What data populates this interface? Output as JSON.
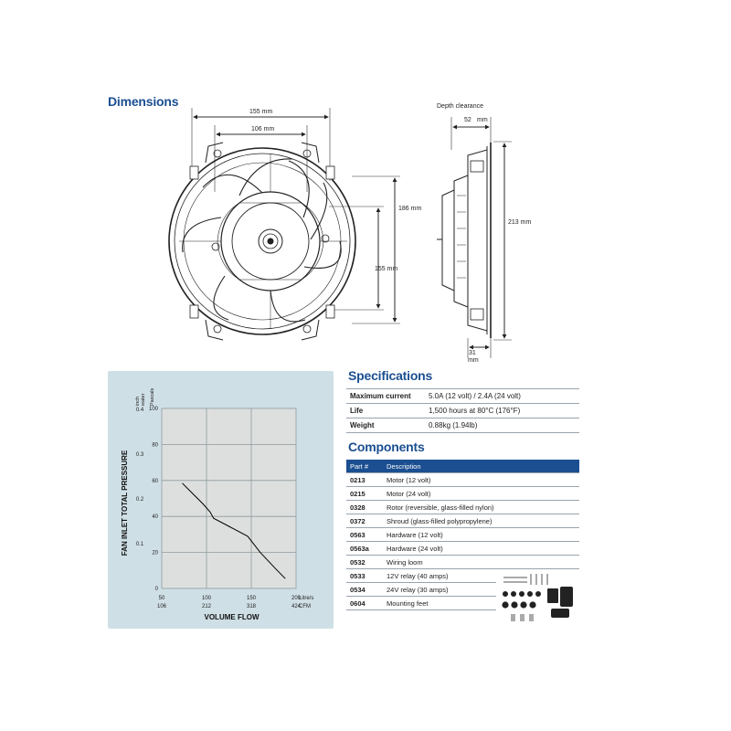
{
  "dimensions": {
    "heading": "Dimensions",
    "label_155_top": "155 mm",
    "label_106": "106 mm",
    "label_186": "186 mm",
    "label_155_right": "155 mm",
    "depth_clearance": "Depth clearance",
    "label_52": "52",
    "label_mm_52": "mm",
    "label_213": "213 mm",
    "label_31": "31",
    "label_mm_31": "mm"
  },
  "specifications": {
    "heading": "Specifications",
    "rows": [
      {
        "key": "Maximum current",
        "value": "5.0A (12 volt)   /   2.4A (24 volt)"
      },
      {
        "key": "Life",
        "value": "1,500 hours at 80°C (176°F)"
      },
      {
        "key": "Weight",
        "value": "0.88kg (1.94lb)"
      }
    ]
  },
  "components": {
    "heading": "Components",
    "col_part": "Part #",
    "col_desc": "Description",
    "rows": [
      {
        "part": "0213",
        "desc": "Motor (12 volt)"
      },
      {
        "part": "0215",
        "desc": "Motor (24 volt)"
      },
      {
        "part": "0328",
        "desc": "Rotor (reversible, glass-filled nylon)"
      },
      {
        "part": "0372",
        "desc": "Shroud (glass-filled polypropylene)"
      },
      {
        "part": "0563",
        "desc": "Hardware (12 volt)"
      },
      {
        "part": "0563a",
        "desc": "Hardware (24 volt)"
      },
      {
        "part": "0532",
        "desc": "Wiring loom"
      },
      {
        "part": "0533",
        "desc": "12V relay (40 amps)"
      },
      {
        "part": "0534",
        "desc": "24V relay (30 amps)"
      },
      {
        "part": "0604",
        "desc": "Mounting feet"
      }
    ]
  },
  "chart_data": {
    "type": "line",
    "ylabel": "FAN INLET TOTAL PRESSURE",
    "xlabel": "VOLUME FLOW",
    "y_unit_inch": "inch water",
    "y_unit_pascals": "Pascals",
    "x_unit_litre": "Litre/s",
    "x_unit_cfm": "CFM",
    "xlim": [
      50,
      200
    ],
    "ylim": [
      0,
      100
    ],
    "grid": true,
    "x_ticks_litre": [
      "50",
      "100",
      "150",
      "200"
    ],
    "x_ticks_cfm": [
      "106",
      "212",
      "318",
      "424"
    ],
    "y_ticks_pascal": [
      "0",
      "20",
      "40",
      "60",
      "80",
      "100"
    ],
    "y_ticks_inch": [
      {
        "label": "0.1",
        "pa": 24.9
      },
      {
        "label": "0.2",
        "pa": 49.8
      },
      {
        "label": "0.3",
        "pa": 74.7
      },
      {
        "label": "0.4",
        "pa": 99.6
      }
    ],
    "series": [
      {
        "x": [
          73,
          84,
          96,
          104,
          108,
          125,
          146,
          160,
          177,
          188
        ],
        "y": [
          58.5,
          53,
          47,
          42.5,
          39,
          34.5,
          29,
          20,
          11,
          5.5
        ]
      }
    ],
    "line_color": "#000000",
    "panel_color": "#cfdfe6",
    "plot_color": "#dddfde"
  }
}
